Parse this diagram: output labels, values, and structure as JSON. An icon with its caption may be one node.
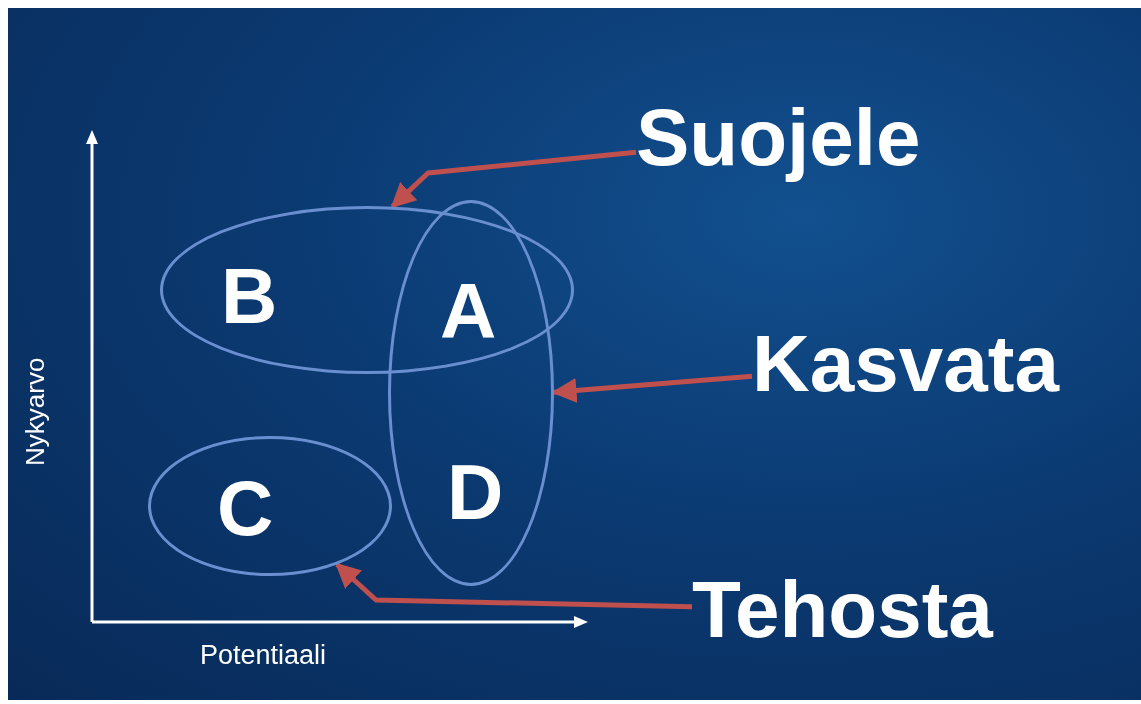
{
  "diagram": {
    "nodes": [
      {
        "text": [
          "Suojele"
        ]
      },
      {
        "text": [
          "B"
        ]
      },
      {
        "text": [
          "D"
        ]
      },
      {
        "text": [
          "Kasvata"
        ]
      },
      {
        "text": [
          "C"
        ]
      },
      {
        "text": [
          "Tehosta"
        ]
      }
    ],
    "edges": [
      {
        "from": 0,
        "to": 1,
        "arrow": "to"
      },
      {
        "from": 3,
        "to": 2,
        "arrow": "to"
      },
      {
        "from": 5,
        "to": 4,
        "arrow": "to"
      }
    ],
    "labels": [
      "A",
      "Nykyarvo",
      "Potentiaali"
    ]
  }
}
